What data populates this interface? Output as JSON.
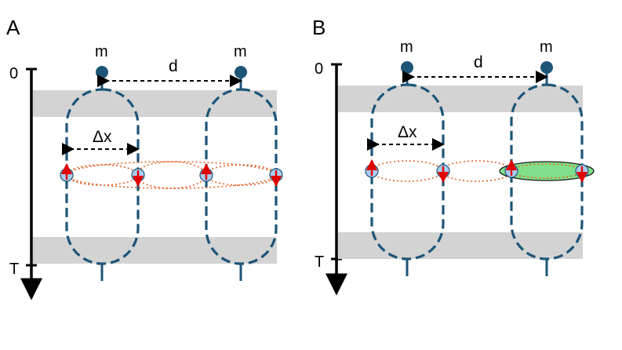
{
  "panels": [
    {
      "label": "A",
      "mass_left": "m",
      "mass_right": "m",
      "distance": "d",
      "separation": "Δx",
      "axis_start": "0",
      "axis_end": "T"
    },
    {
      "label": "B",
      "mass_left": "m",
      "mass_right": "m",
      "distance": "d",
      "separation": "Δx",
      "axis_start": "0",
      "axis_end": "T"
    }
  ],
  "colors": {
    "loop": "#1d5577",
    "band": "#d3d3d3",
    "orbit": "#e2632a",
    "spin": "#a9cbee",
    "arrow": "#e00000",
    "highlight": "#7fe08a"
  }
}
